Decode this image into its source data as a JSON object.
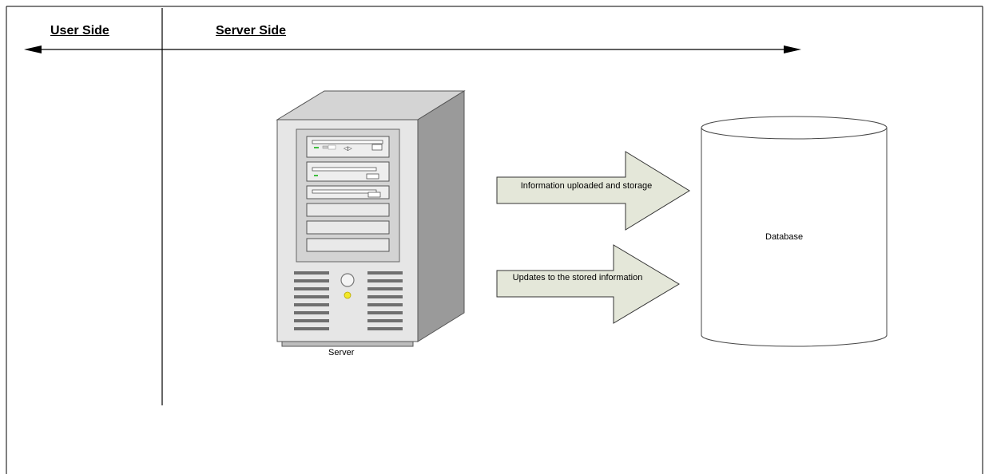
{
  "lanes": {
    "user_label": "User Side",
    "server_label": "Server Side"
  },
  "server": {
    "label": "Server",
    "icon": "server-tower-icon"
  },
  "database": {
    "label": "Database",
    "icon": "database-cylinder-icon"
  },
  "arrows": [
    {
      "text": "Information uploaded and storage"
    },
    {
      "text": "Updates to the stored information"
    }
  ],
  "colors": {
    "arrow_fill": "#e4e7d9",
    "server_front": "#e4e4e4",
    "server_side": "#9c9c9c",
    "server_top": "#d0d0d0",
    "led_green": "#3fbf3f",
    "led_yellow": "#f2e82a"
  }
}
